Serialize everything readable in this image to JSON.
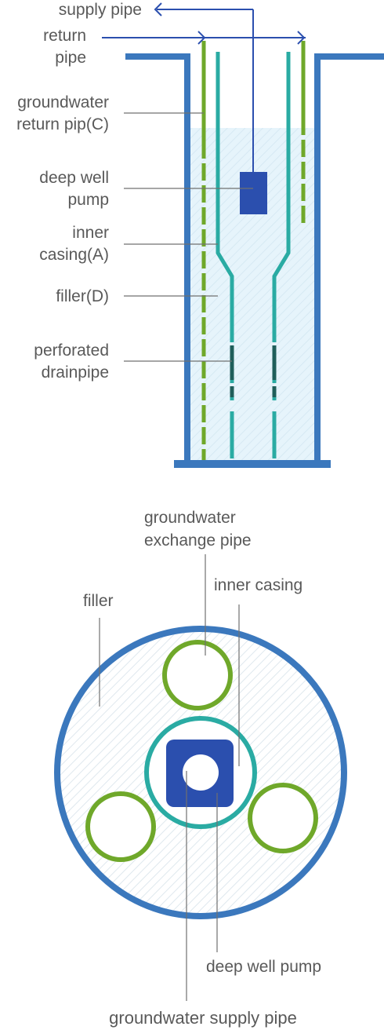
{
  "labels": {
    "supply_pipe": "supply pipe",
    "return_pipe_1": "return",
    "return_pipe_2": "pipe",
    "gw_return_1": "groundwater",
    "gw_return_2": "return pip(C)",
    "pump_1": "deep well",
    "pump_2": "pump",
    "inner_casing_1": "inner",
    "inner_casing_2": "casing(A)",
    "filler_d": "filler(D)",
    "perforated_1": "perforated",
    "perforated_2": "drainpipe",
    "exchange_1": "groundwater",
    "exchange_2": "exchange pipe",
    "inner_casing_plan": "inner casing",
    "filler_plan": "filler",
    "pump_plan": "deep well pump",
    "supply_plan": "groundwater supply pipe"
  },
  "colors": {
    "outer_casing": "#3b78bd",
    "gw_pipe": "#6fa82a",
    "inner_casing": "#2aaba3",
    "pump": "#2b4fae",
    "arrow": "#2b4fae",
    "perforation": "#1f5e5a",
    "water": "#e6f4fb",
    "hatch": "#dfe8ee",
    "leader": "#707070",
    "text": "#595959"
  }
}
